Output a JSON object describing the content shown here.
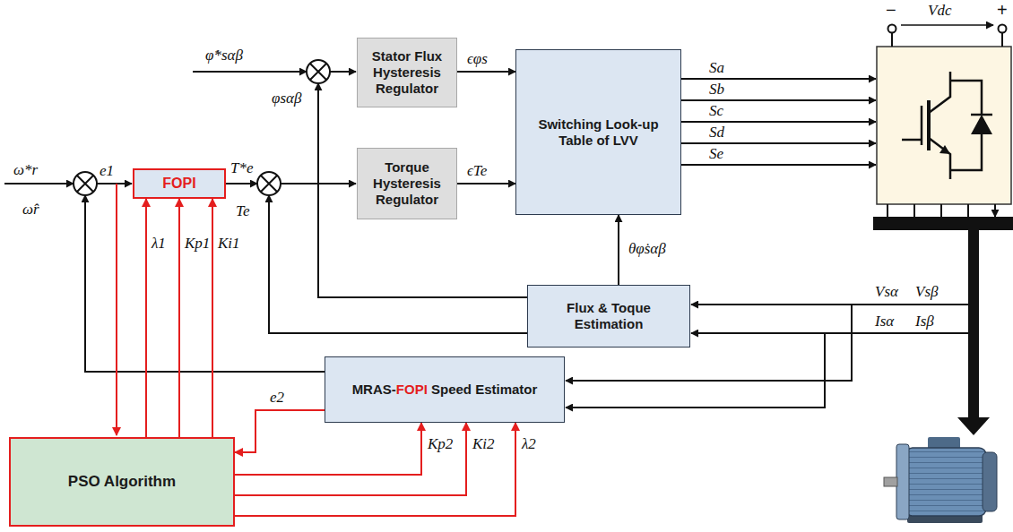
{
  "diagram": {
    "nodes": [
      {
        "text": [
          "Stator Flux Hysteresis Regulator"
        ]
      },
      {
        "text": [
          "Switching Look-up Table of LVV"
        ]
      },
      {
        "text": [
          "FOPI"
        ]
      },
      {
        "text": [
          "Torque Hysteresis Regulator"
        ]
      },
      {
        "text": [
          "Flux & Toque Estimation"
        ]
      },
      {
        "text": [
          "MRAS-FOPI Speed Estimator"
        ]
      },
      {
        "text": [
          "PSO Algorithm"
        ]
      }
    ],
    "edges": [
      {
        "from": 0,
        "to": 1,
        "arrow": "to",
        "label": "ϵφs"
      },
      {
        "from": 3,
        "to": 1,
        "arrow": "to",
        "label": "ϵTe"
      },
      {
        "from": 4,
        "to": 1,
        "arrow": "to",
        "label": "θφ̇sαβ"
      },
      {
        "from": 6,
        "to": 2,
        "arrow": "to",
        "label": "λ1"
      },
      {
        "from": 6,
        "to": 2,
        "arrow": "to",
        "label": "Kp1"
      },
      {
        "from": 6,
        "to": 2,
        "arrow": "to",
        "label": "Ki1"
      },
      {
        "from": 5,
        "to": 6,
        "arrow": "to",
        "label": "e2"
      },
      {
        "from": 6,
        "to": 5,
        "arrow": "to",
        "label": "Kp2"
      },
      {
        "from": 6,
        "to": 5,
        "arrow": "to",
        "label": "Ki2"
      },
      {
        "from": 6,
        "to": 5,
        "arrow": "to",
        "label": "λ2"
      }
    ],
    "labels": [
      "ω*r",
      "e1",
      "ω̂r",
      "T*e",
      "Te",
      "φ̇*sαβ",
      "φsαβ",
      "Sa",
      "Sb",
      "Sc",
      "Sd",
      "Se",
      "−",
      "Vdc",
      "+",
      "Vsα",
      "Vsβ",
      "Isα",
      "Isβ"
    ]
  }
}
